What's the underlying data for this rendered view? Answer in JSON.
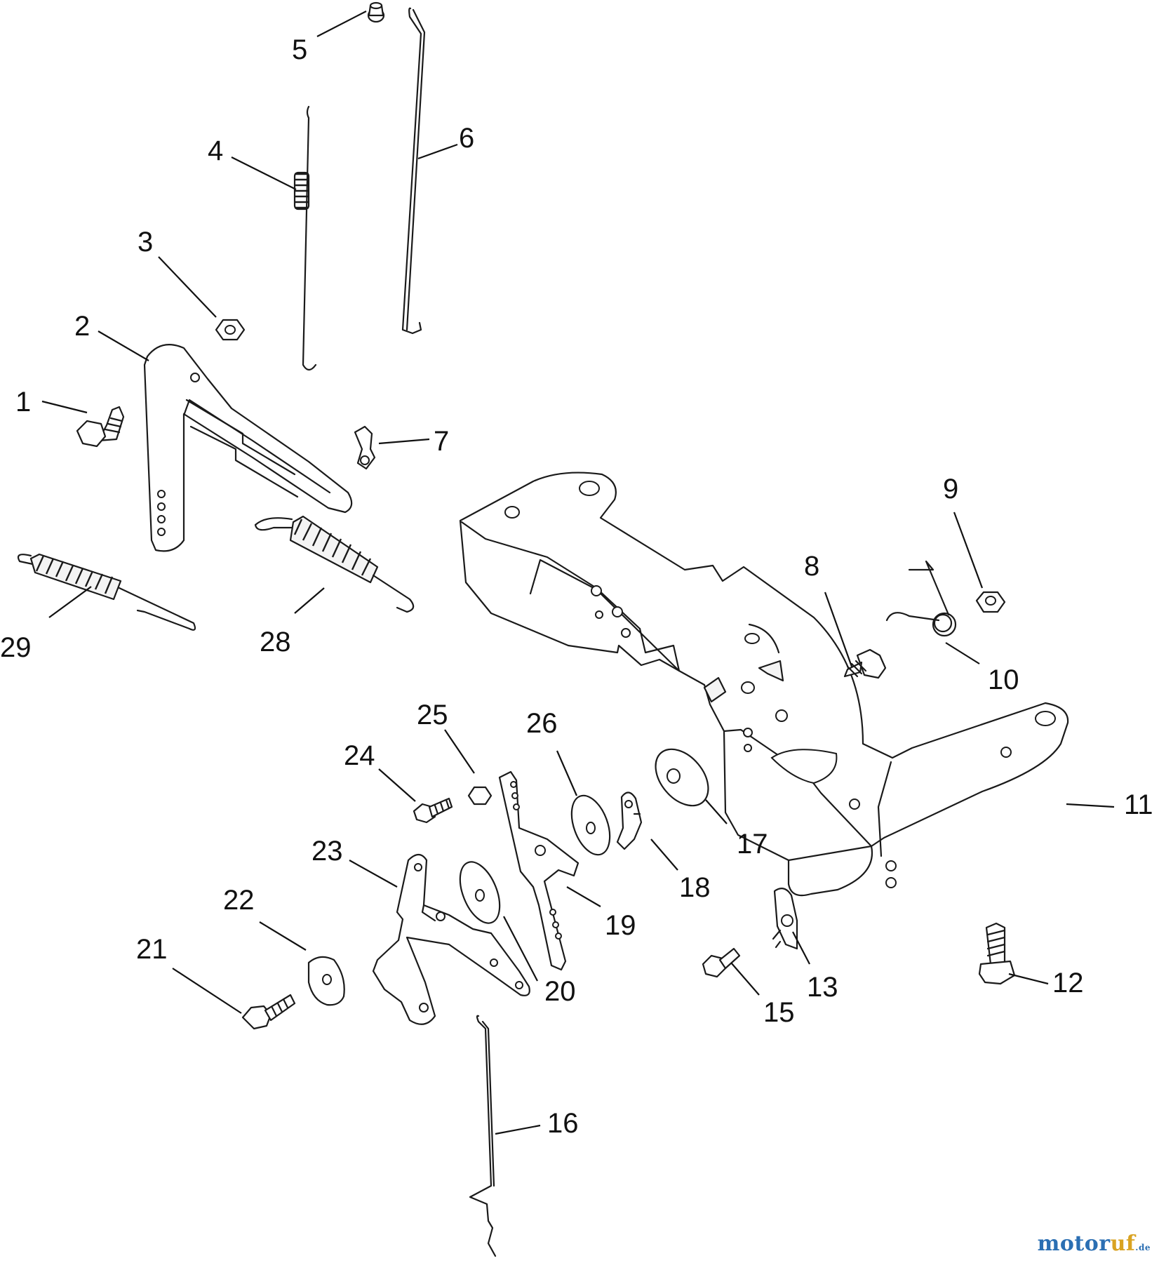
{
  "diagram": {
    "callouts": [
      "1",
      "2",
      "3",
      "4",
      "5",
      "6",
      "7",
      "8",
      "9",
      "10",
      "11",
      "12",
      "13",
      "15",
      "16",
      "17",
      "18",
      "19",
      "20",
      "21",
      "22",
      "23",
      "24",
      "25",
      "26",
      "28",
      "29"
    ]
  },
  "watermark": {
    "main": "motor",
    "accent": "uf",
    "tld": ".de"
  },
  "colors": {
    "line": "#1a1a1a",
    "watermark_blue": "#2b6fb3",
    "watermark_gold": "#d9a322"
  }
}
